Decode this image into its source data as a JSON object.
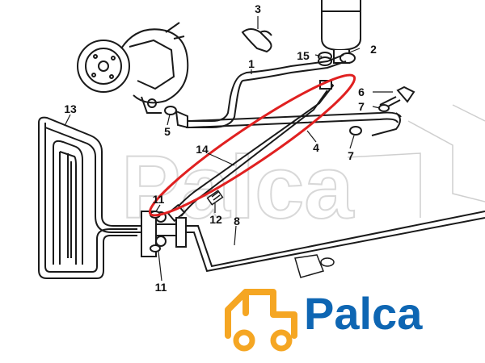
{
  "callouts": [
    {
      "id": "1",
      "label": "1"
    },
    {
      "id": "2",
      "label": "2"
    },
    {
      "id": "3",
      "label": "3"
    },
    {
      "id": "4",
      "label": "4"
    },
    {
      "id": "5",
      "label": "5"
    },
    {
      "id": "6",
      "label": "6"
    },
    {
      "id": "7a",
      "label": "7"
    },
    {
      "id": "7b",
      "label": "7"
    },
    {
      "id": "8",
      "label": "8"
    },
    {
      "id": "11a",
      "label": "11"
    },
    {
      "id": "11b",
      "label": "11"
    },
    {
      "id": "12",
      "label": "12"
    },
    {
      "id": "13",
      "label": "13"
    },
    {
      "id": "14",
      "label": "14"
    },
    {
      "id": "15",
      "label": "15"
    }
  ],
  "logo": {
    "text": "Palca",
    "text_color": "#0e66b3",
    "icon_color": "#f5a623",
    "icon": "car-icon"
  },
  "watermark": {
    "text": "Palca"
  },
  "highlight": {
    "color": "#e02020",
    "target_part": "14"
  },
  "colors": {
    "line": "#1a1a1a",
    "background": "#ffffff"
  }
}
